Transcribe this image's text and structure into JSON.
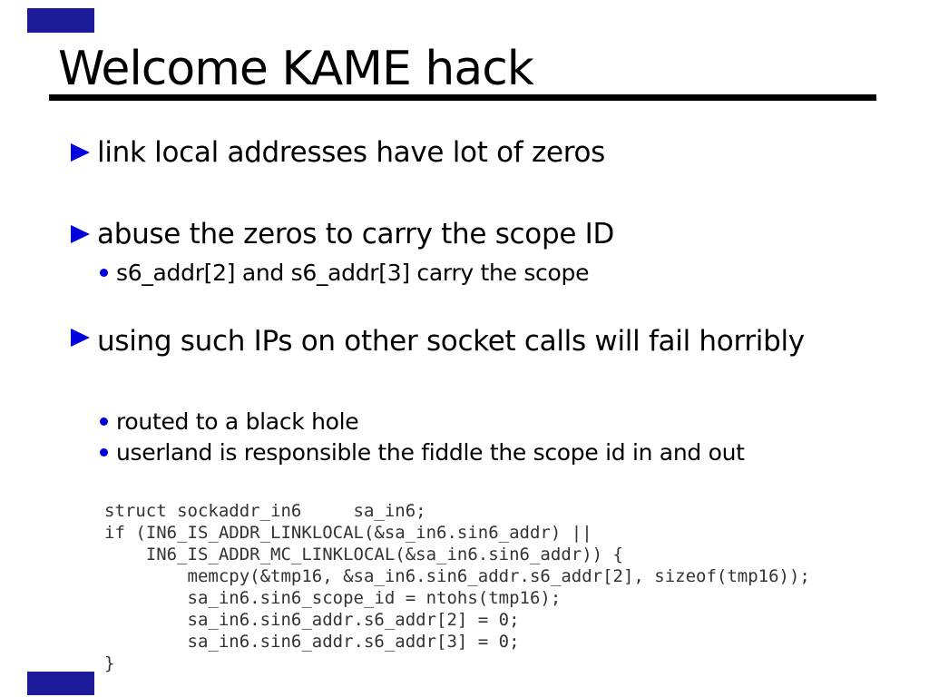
{
  "slide": {
    "title": "Welcome KAME hack",
    "bullets": [
      {
        "text": "link local addresses have lot of zeros"
      },
      {
        "text": "abuse the zeros to carry the scope ID",
        "subs": [
          "s6_addr[2] and s6_addr[3] carry the scope"
        ]
      },
      {
        "text": "using such IPs on other socket calls will fail horribly",
        "subs": [
          "routed to a black hole",
          "userland is responsible the fiddle the scope id in and out"
        ]
      }
    ],
    "code_lines": [
      "struct sockaddr_in6     sa_in6;",
      "if (IN6_IS_ADDR_LINKLOCAL(&sa_in6.sin6_addr) ||",
      "    IN6_IS_ADDR_MC_LINKLOCAL(&sa_in6.sin6_addr)) {",
      "        memcpy(&tmp16, &sa_in6.sin6_addr.s6_addr[2], sizeof(tmp16));",
      "        sa_in6.sin6_scope_id = ntohs(tmp16);",
      "        sa_in6.sin6_addr.s6_addr[2] = 0;",
      "        sa_in6.sin6_addr.s6_addr[3] = 0;",
      "}"
    ],
    "colors": {
      "bullet_blue": "#0000dd",
      "corner_bar_navy": "#1b1b99",
      "code_gray": "#333333",
      "rule_black": "#000000"
    }
  }
}
